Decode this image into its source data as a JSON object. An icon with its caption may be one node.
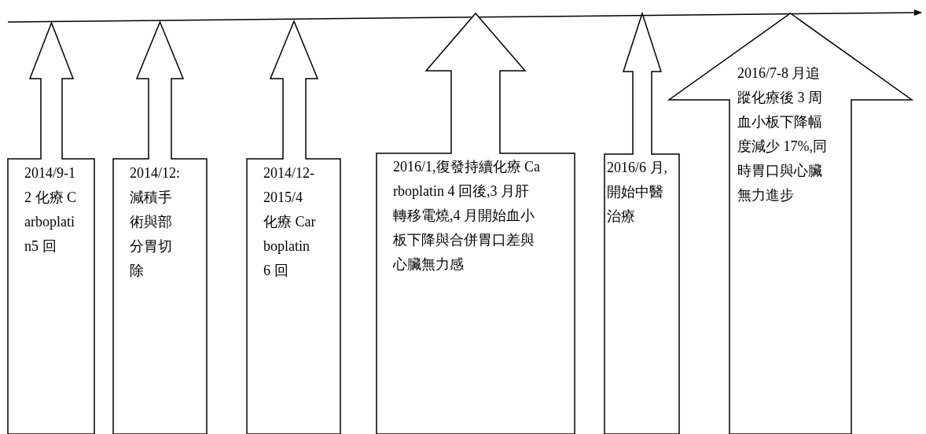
{
  "diagram": {
    "nodes": [
      {
        "text": [
          "2014/9-12 化療 Carboplatin5 回"
        ]
      },
      {
        "text": [
          "2014/12:減積手術與部分胃切除"
        ]
      },
      {
        "text": [
          "2014/12-2015/4 化療 Carboplatin 6 回"
        ]
      },
      {
        "text": [
          "2016/1,復發持續化療 Carboplatin 4 回後,3 月肝轉移電燒,4 月開始血小板下降與合併胃口差與心臟無力感"
        ]
      },
      {
        "text": [
          "2016/6 月,開始中醫治療"
        ]
      },
      {
        "text": [
          "2016/7-8 月追蹤化療後 3 周血小板下降幅度減少 17%,同時胃口與心臟無力進步"
        ]
      }
    ]
  }
}
